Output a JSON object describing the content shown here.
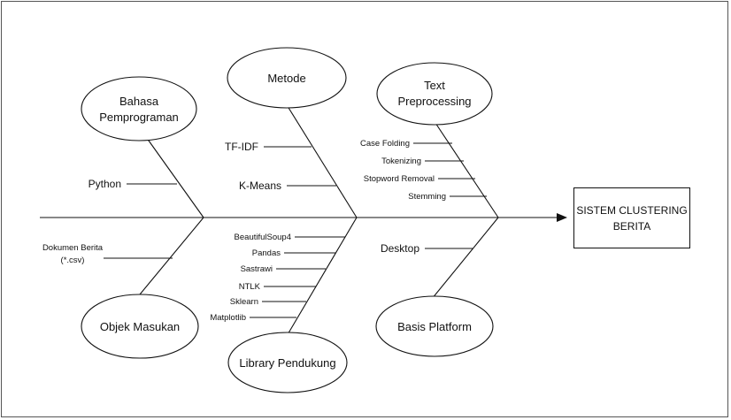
{
  "effect": {
    "line1": "SISTEM CLUSTERING",
    "line2": "BERITA"
  },
  "categories": {
    "bahasa": {
      "line1": "Bahasa",
      "line2": "Pemprograman",
      "causes": [
        "Python"
      ]
    },
    "metode": {
      "title": "Metode",
      "causes": [
        "TF-IDF",
        "K-Means"
      ]
    },
    "text": {
      "line1": "Text",
      "line2": "Preprocessing",
      "causes": [
        "Case Folding",
        "Tokenizing",
        "Stopword Removal",
        "Stemming"
      ]
    },
    "objek": {
      "title": "Objek Masukan",
      "causes": [
        "Dokumen Berita",
        "(*.csv)"
      ]
    },
    "library": {
      "title": "Library Pendukung",
      "causes": [
        "BeautifulSoup4",
        "Pandas",
        "Sastrawi",
        "NTLK",
        "Sklearn",
        "Matplotlib"
      ]
    },
    "basis": {
      "title": "Basis Platform",
      "causes": [
        "Desktop"
      ]
    }
  }
}
